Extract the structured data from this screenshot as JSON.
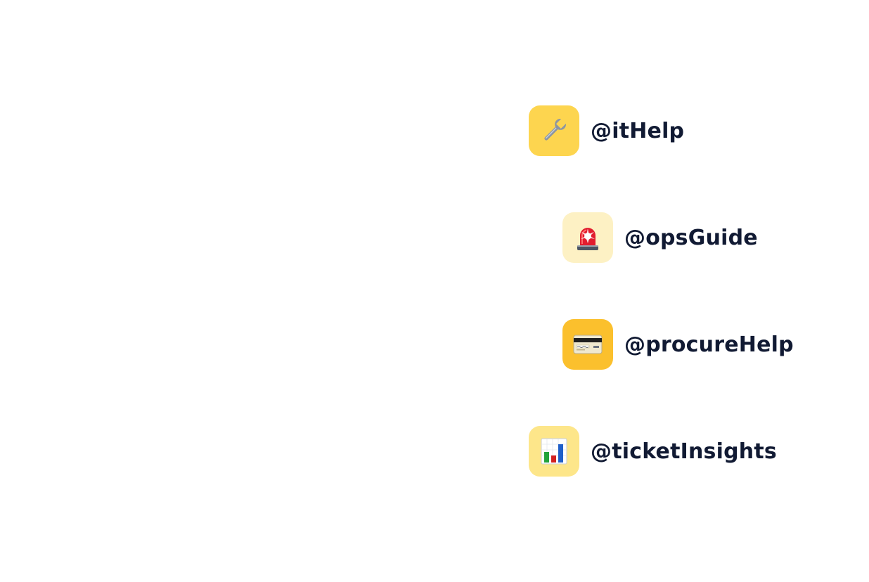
{
  "agents": [
    {
      "handle": "@itHelp",
      "icon": "wrench-icon",
      "tile_color": "#FDD54F"
    },
    {
      "handle": "@opsGuide",
      "icon": "rotating-light-icon",
      "tile_color": "#FDF1C4"
    },
    {
      "handle": "@procureHelp",
      "icon": "credit-card-icon",
      "tile_color": "#FBC02D"
    },
    {
      "handle": "@ticketInsights",
      "icon": "bar-chart-icon",
      "tile_color": "#FDE68A"
    }
  ]
}
